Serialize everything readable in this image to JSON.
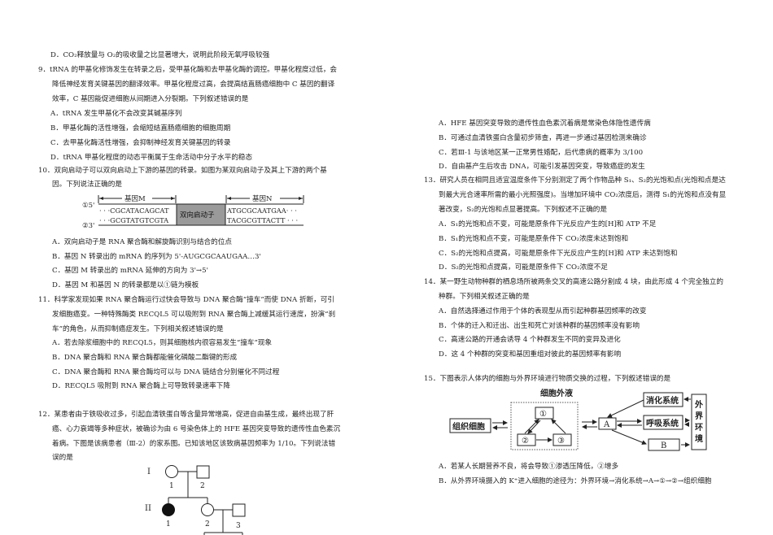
{
  "left": {
    "q8_tail": {
      "option_d": "D．CO₂释放量与 O₂的吸收量之比显著增大，说明此阶段无氧呼吸较强"
    },
    "q9": {
      "lines": [
        "9．tRNA 的甲基化修饰发生在转录之后，受甲基化酶和去甲基化酶的调控。甲基化程度过低，会",
        "降低神经发育关键基因的翻译效率。甲基化程度过高，会提高结直肠癌细胞中 C 基因的翻译",
        "效率，C 基因能促进细胞从间期进入分裂期。下列叙述错误的是"
      ],
      "options": [
        "A．tRNA 发生甲基化不会改变其碱基序列",
        "B．甲基化酶的活性增强，会缩短结直肠癌细胞的细胞周期",
        "C．去甲基化酶活性增强，会抑制神经发育关键基因的转录",
        "D．tRNA 甲基化程度的动态平衡属于生命活动中分子水平的稳态"
      ]
    },
    "q10": {
      "lines": [
        "10．双向启动子可以双向启动上下游的基因的转录。如图为某双向启动子及其上下游的两个基",
        "因。下列说法正确的是"
      ],
      "diagram": {
        "gene_m": "基因M",
        "gene_n": "基因N",
        "promoter": "双向启动子",
        "strand1_label": "①5'",
        "strand2_label": "②3'",
        "strand1_left": "· · ·CGCATACAGCAT",
        "strand2_left": "· · ·GCGTATGTCGTA",
        "strand1_right": "ATGCGCAATGAA· · ·",
        "strand2_right": "TACGCGTTACTT · · ·"
      },
      "options": [
        "A．双向启动子是 RNA 聚合酶和解旋酶识别与结合的位点",
        "B．基因 N 转录出的 mRNA 的序列为 5'-AUGCGCAAUGAA…3'",
        "C．基因 M 转录出的 mRNA 延伸的方向为 3'→5'",
        "D．基因 M 和基因 N 的转录都是以①链为模板"
      ]
    },
    "q11": {
      "lines": [
        "11．科学家发现如果 RNA 聚合酶运行过快会导致与 DNA 聚合酶“撞车”而使 DNA 折断，可引",
        "发细胞癌变。一种特殊酶类 RECQL5 可以吸附到 RNA 聚合酶上减缓其运行速度，扮演“刹",
        "车”的角色，从而抑制癌症发生。下列相关叙述错误的是"
      ],
      "options": [
        "A．若去除浆细胞中的 RECQL5，则其细胞核内很容易发生“撞车”现象",
        "B．DNA 聚合酶和 RNA 聚合酶都能催化磷酸二酯键的形成",
        "C．DNA 聚合酶和 RNA 聚合酶均可以与 DNA 链结合分别催化不同过程",
        "D．RECQL5 吸附到 RNA 聚合酶上可导致转录速率下降"
      ]
    },
    "q12": {
      "lines": [
        "12．某患者由于铁吸收过多，引起血清铁蛋白等含量异常增高，促进自由基生成，最终出现了肝",
        "癌、心力衰竭等多种症状，被确诊为由 6 号染色体上的 HFE 基因突变导致的遗传性血色素沉",
        "着病。下图是该病患者（Ⅲ-2）的家系图。已知该地区该致病基因频率为 1/10。下列说法错",
        "误的是"
      ],
      "pedigree": {
        "gen1": "I",
        "gen2": "II",
        "i1": "1",
        "i2": "2",
        "ii1": "1",
        "ii2": "2",
        "ii3": "3"
      }
    }
  },
  "right": {
    "q12_options": [
      "A．HFE 基因突变导致的遗传性血色素沉着病是常染色体隐性遗传病",
      "B．可通过血清铁蛋白含量初步筛查，再进一步通过基因检测来确诊",
      "C．若Ⅲ-1 与该地区某一正常男性婚配，后代患病的概率为 3/100",
      "D．自由基产生后攻击 DNA，可能引发基因突变，导致癌症的发生"
    ],
    "q13": {
      "lines": [
        "13．研究人员在相同且适宜温度条件下分别测定了两个作物品种 S₁、S₂的光饱和点(光饱和点是达",
        "到最大光合速率所需的最小光照强度)。当增加环境中 CO₂浓度后，测得 S₁的光饱和点没有显",
        "著改变，S₂的光饱和点显著提高。下列叙述不正确的是"
      ],
      "options": [
        "A．S₁的光饱和点不变，可能是原条件下光反应产生的[H]和 ATP 不足",
        "B．S₁的光饱和点不变，可能是原条件下 CO₂浓度未达到饱和",
        "C．S₂的光饱和点提高，可能是原条件下光反应产生的[H]和 ATP 未达到饱和",
        "D．S₂的光饱和点提高，可能是原条件下 CO₂浓度不足"
      ]
    },
    "q14": {
      "lines": [
        "14．某一野生动物种群的栖息场所被两条交叉的高速公路分割成 4 块，由此形成 4 个完全独立的",
        "种群。下列相关叙述正确的是"
      ],
      "options": [
        "A．自然选择通过作用于个体的表现型从而引起种群基因频率的改变",
        "B．个体的迁入和迁出、出生和死亡对该种群的基因频率没有影响",
        "C．高速公路的开通会诱导 4 个种群发生不同的变异及进化",
        "D．这 4 个种群的突变和基因重组对彼此的基因频率有影响"
      ]
    },
    "q15": {
      "line": "15．下图表示人体内的细胞与外界环境进行物质交换的过程，下列叙述错误的是",
      "diagram": {
        "extracellular": "细胞外液",
        "tissue_cell": "组织细胞",
        "n1": "①",
        "n2": "②",
        "n3": "③",
        "a": "A",
        "b": "B",
        "digestive": "消化系统",
        "respiratory": "呼吸系统",
        "environment": [
          "外",
          "界",
          "环",
          "境"
        ]
      },
      "options": [
        "A．若某人长期营养不良，将会导致①渗透压降低，②增多",
        "B．从外界环境摄入的 K⁺进入细胞的途径为：外界环境→消化系统→A→①→②→组织细胞"
      ]
    }
  }
}
